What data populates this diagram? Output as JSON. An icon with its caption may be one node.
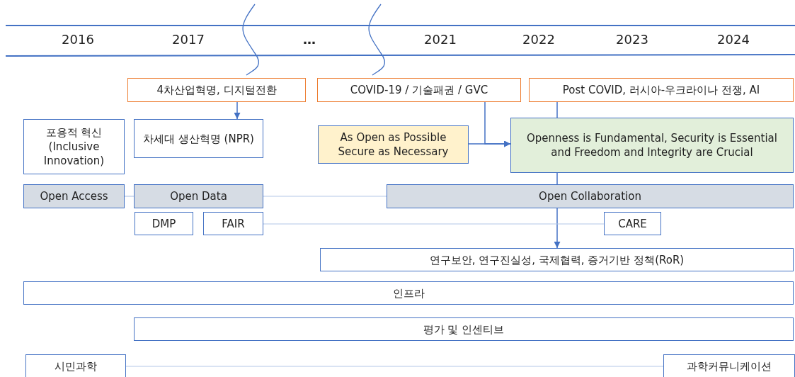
{
  "diagram": {
    "nodes": [
      {
        "text": [
          "4차산업혁명, 디지털전환"
        ]
      },
      {
        "text": [
          "COVID-19 / 기술패권 / GVC"
        ]
      },
      {
        "text": [
          "Post COVID, 러시아-우크라이나 전쟁, AI"
        ]
      },
      {
        "text": [
          "포용적 혁신 (Inclusive Innovation)"
        ]
      },
      {
        "text": [
          "차세대 생산혁명 (NPR)"
        ]
      },
      {
        "text": [
          "As Open as Possible Secure as Necessary"
        ]
      },
      {
        "text": [
          "Openness is Fundamental, Security is Essential and Freedom and Integrity are Crucial"
        ]
      },
      {
        "text": [
          "Open Access"
        ]
      },
      {
        "text": [
          "Open Data"
        ]
      },
      {
        "text": [
          "Open Collaboration"
        ]
      },
      {
        "text": [
          "DMP"
        ]
      },
      {
        "text": [
          "FAIR"
        ]
      },
      {
        "text": [
          "CARE"
        ]
      },
      {
        "text": [
          "연구보안, 연구진실성, 국제협력, 증거기반 정책(RoR)"
        ]
      },
      {
        "text": [
          "인프라"
        ]
      },
      {
        "text": [
          "평가 및 인센티브"
        ]
      },
      {
        "text": [
          "시민과학"
        ]
      },
      {
        "text": [
          "과학커뮤니케이션"
        ]
      }
    ],
    "edges": [
      {
        "from": 0,
        "to": 4,
        "arrow": "to"
      },
      {
        "from": 1,
        "to": 6,
        "arrow": "to"
      },
      {
        "from": 5,
        "to": 6,
        "arrow": "to"
      },
      {
        "from": 2,
        "to": 6,
        "arrow": "none"
      },
      {
        "from": 6,
        "to": 9,
        "arrow": "none"
      },
      {
        "from": 9,
        "to": 13,
        "arrow": "to"
      },
      {
        "from": 7,
        "to": 8,
        "arrow": "none",
        "color": "#b4c7e7"
      },
      {
        "from": 8,
        "to": 9,
        "arrow": "none",
        "color": "#b4c7e7"
      },
      {
        "from": 11,
        "to": 12,
        "arrow": "none",
        "color": "#b4c7e7"
      },
      {
        "from": 16,
        "to": 17,
        "arrow": "none",
        "color": "#b4c7e7"
      }
    ],
    "labels": [
      "2016",
      "2017",
      "…",
      "2021",
      "2022",
      "2023",
      "2024"
    ]
  }
}
